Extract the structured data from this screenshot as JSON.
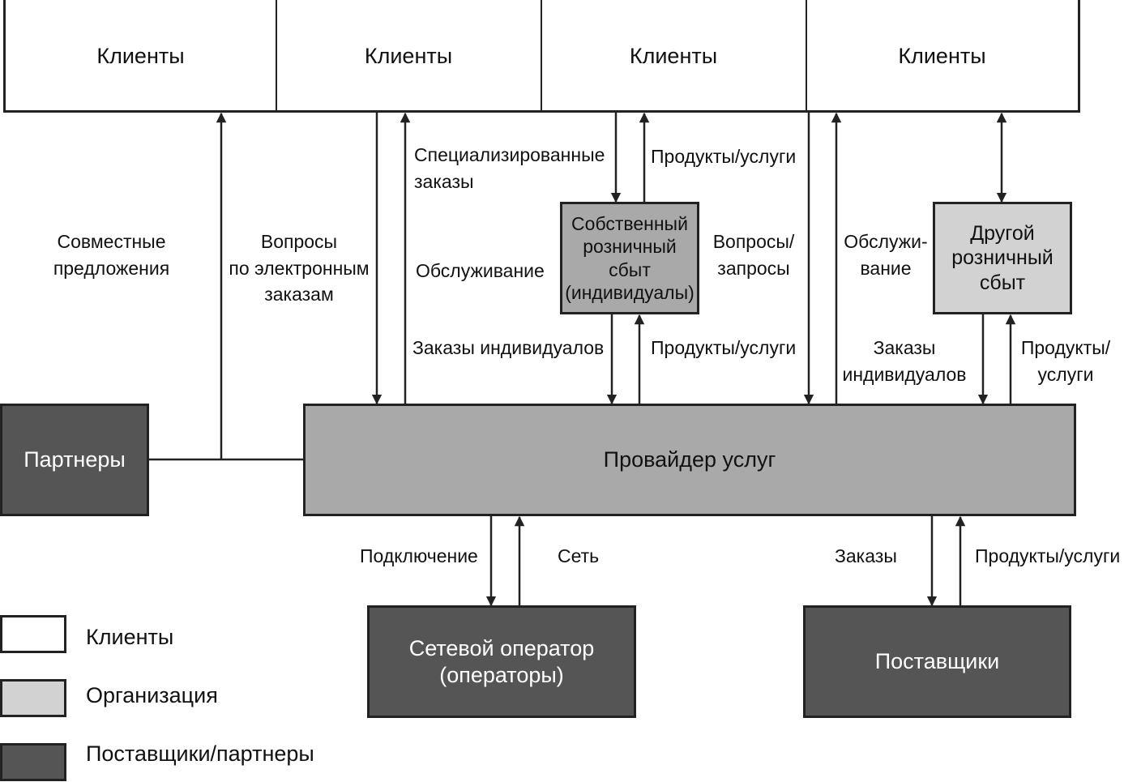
{
  "clients_row": [
    "Клиенты",
    "Клиенты",
    "Клиенты",
    "Клиенты"
  ],
  "nodes": {
    "partners": "Партнеры",
    "provider": "Провайдер услуг",
    "own_retail": "Собственный\nрозничный\nсбыт\n(индивидуалы)",
    "other_retail": "Другой\nрозничный\nсбыт",
    "network_operator": "Сетевой оператор\n(операторы)",
    "suppliers": "Поставщики"
  },
  "flows": {
    "joint_offers": "Совместные\nпредложения",
    "e_order_questions": "Вопросы\nпо электронным\nзаказам",
    "specialized_orders": "Специализированные\nзаказы",
    "service": "Обслуживание",
    "individual_orders": "Заказы индивидуалов",
    "products_services_top": "Продукты/услуги",
    "questions_requests": "Вопросы/\nзапросы",
    "products_services_mid": "Продукты/услуги",
    "service_split": "Обслужи-\nвание",
    "individual_orders_2": "Заказы\nиндивидуалов",
    "products_services_right": "Продукты/\nуслуги",
    "connection": "Подключение",
    "network": "Сеть",
    "orders": "Заказы",
    "products_services_bottom": "Продукты/услуги"
  },
  "legend": [
    {
      "label": "Клиенты",
      "color": "#ffffff"
    },
    {
      "label": "Организация",
      "color": "#d2d2d2"
    },
    {
      "label": "Поставщики/партнеры",
      "color": "#555555"
    }
  ]
}
